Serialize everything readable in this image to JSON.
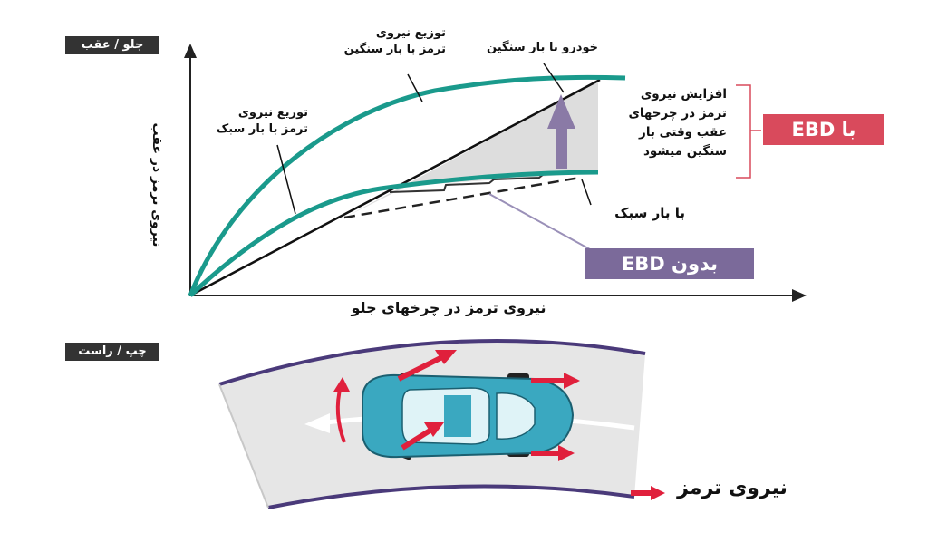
{
  "top_section": {
    "tag": "جلو / عقب",
    "y_axis_label": "نیروی ترمز در عقب",
    "x_axis_label": "نیروی ترمز در چرخهای جلو",
    "label_heavy_distribution": "توزیع نیروی\nترمز با بار سنگین",
    "label_light_distribution": "توزیع نیروی\nترمز با بار سبک",
    "label_heavy_vehicle": "خودرو با بار سنگین",
    "label_increase": "افزایش نیروی\nترمز در چرخهای\nعقب وقتی بار\nسنگین میشود",
    "label_light_load": "با بار سبک",
    "with_ebd": "با EBD",
    "without_ebd": "بدون EBD"
  },
  "bottom_section": {
    "tag": "چپ / راست",
    "legend_label": "نیروی ترمز"
  },
  "colors": {
    "teal_curve": "#1a9a8c",
    "with_ebd_box": "#d94a5c",
    "without_ebd_box": "#7b6a9a",
    "brake_arrow": "#e0203c",
    "car_body": "#3aa8c0",
    "road_edge": "#4a3a7a",
    "road_fill": "#e6e6e6",
    "shade": "#d9d9d9",
    "up_arrow": "#8a7aa6"
  }
}
